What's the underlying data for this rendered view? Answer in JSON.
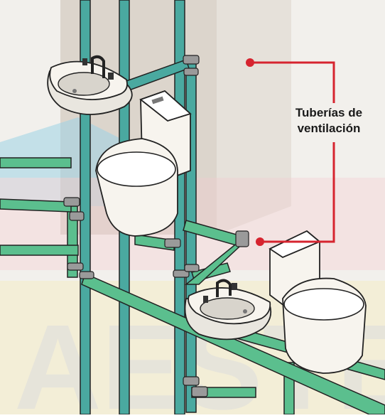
{
  "callout": {
    "line1": "Tuberías de",
    "line2": "ventilación"
  },
  "watermark": {
    "text": "AESTE",
    "colors": [
      "#9ed3e6",
      "#f3c9cf",
      "#f3eab0"
    ]
  },
  "colors": {
    "pipe": "#5bbf8e",
    "pipe_dark": "#2f8f5e",
    "pipe_teal": "#4aa9a0",
    "fitting": "#9a9a9a",
    "callout_line": "#d6242f",
    "wall": "#c9c1b8",
    "fixture": "#f7f4ee",
    "outline": "#222222"
  },
  "icons": {
    "sink": "washbasin-icon",
    "toilet": "toilet-icon",
    "fitting": "pipe-elbow-icon"
  }
}
